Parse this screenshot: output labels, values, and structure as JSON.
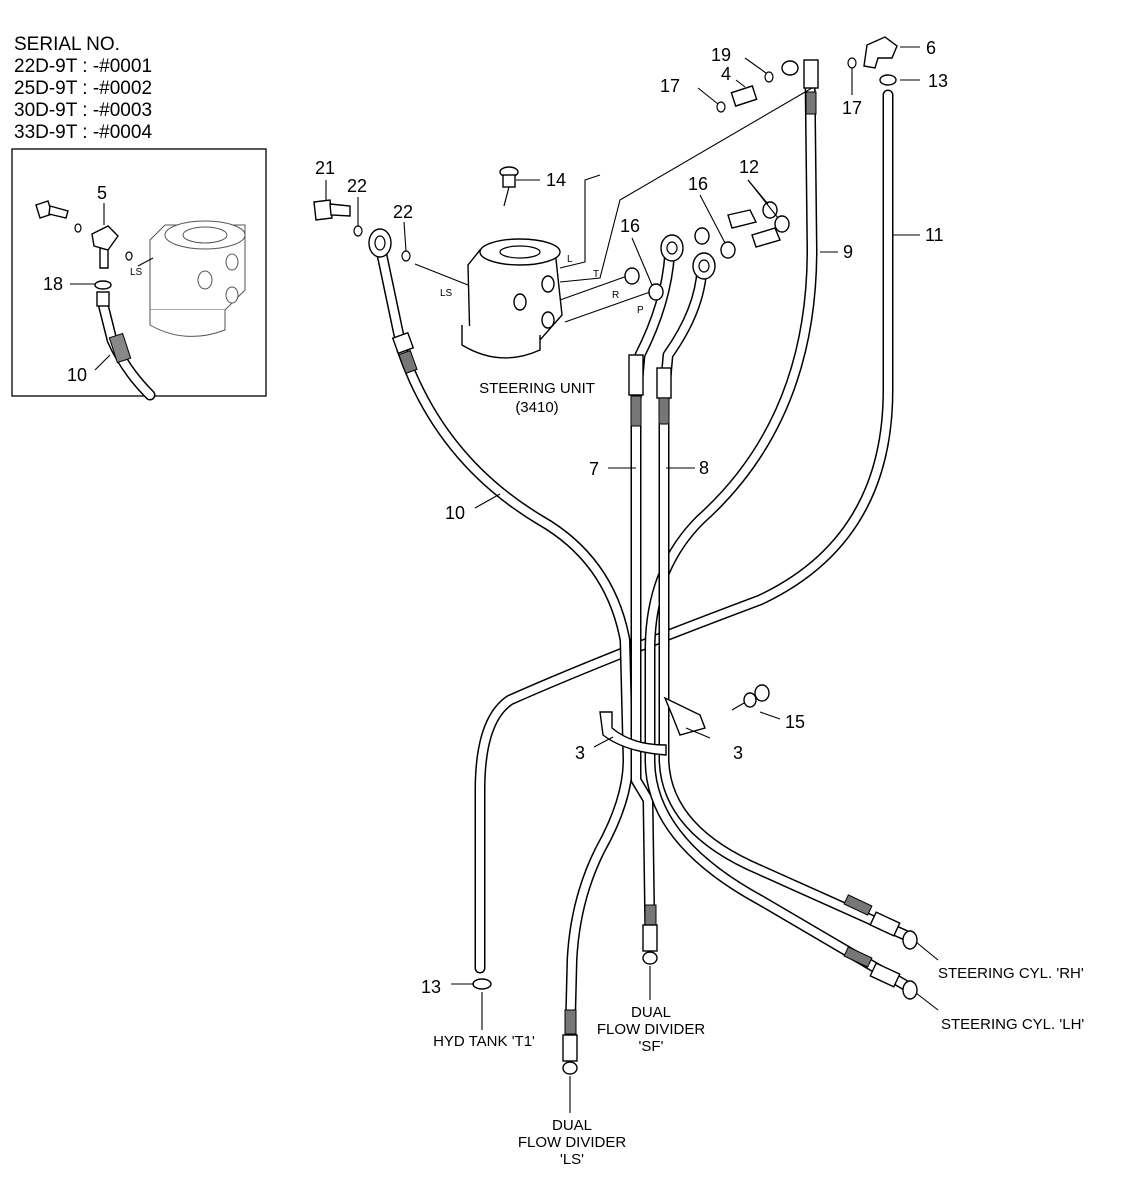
{
  "serial": {
    "title": "SERIAL NO.",
    "lines": [
      "22D-9T : -#0001",
      "25D-9T : -#0002",
      "30D-9T : -#0003",
      "33D-9T : -#0004"
    ]
  },
  "steering_unit": {
    "name": "STEERING UNIT",
    "code": "(3410)"
  },
  "ports": {
    "L": "L",
    "T": "T",
    "R": "R",
    "P": "P",
    "LS": "LS",
    "LS_inset": "LS"
  },
  "callouts": {
    "n3a": "3",
    "n3b": "3",
    "n4": "4",
    "n5": "5",
    "n6": "6",
    "n7": "7",
    "n8": "8",
    "n9": "9",
    "n10a": "10",
    "n10b": "10",
    "n11": "11",
    "n12": "12",
    "n13a": "13",
    "n13b": "13",
    "n14": "14",
    "n15": "15",
    "n16a": "16",
    "n16b": "16",
    "n17a": "17",
    "n17b": "17",
    "n18": "18",
    "n19": "19",
    "n21": "21",
    "n22a": "22",
    "n22b": "22"
  },
  "destinations": {
    "hyd_tank": "HYD TANK 'T1'",
    "dfd_sf_1": "DUAL",
    "dfd_sf_2": "FLOW DIVIDER",
    "dfd_sf_3": "'SF'",
    "dfd_ls_1": "DUAL",
    "dfd_ls_2": "FLOW DIVIDER",
    "dfd_ls_3": "'LS'",
    "cyl_rh": "STEERING CYL. 'RH'",
    "cyl_lh": "STEERING CYL. 'LH'"
  }
}
